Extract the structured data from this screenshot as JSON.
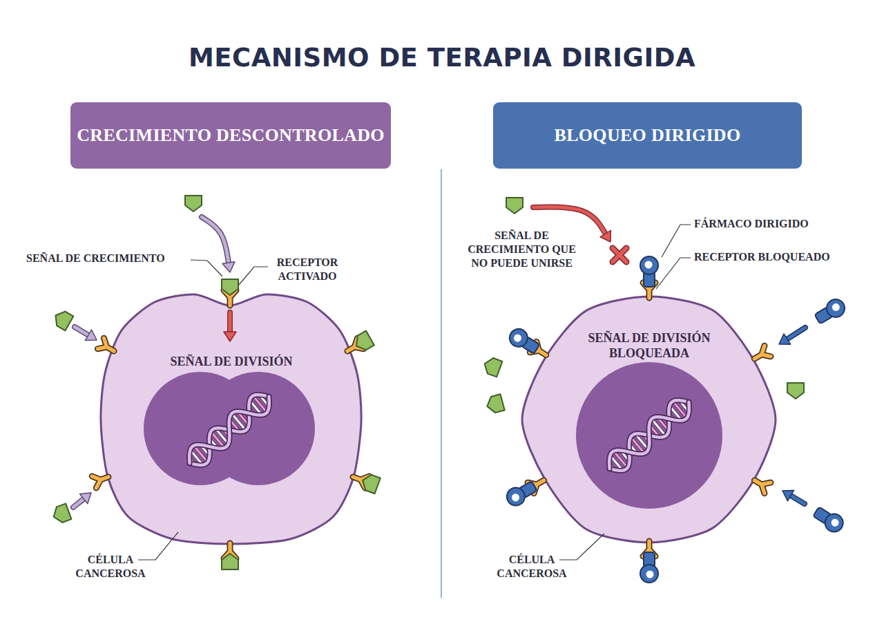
{
  "diagram": {
    "title": "MECANISMO DE TERAPIA DIRIGIDA",
    "nodes": [
      {
        "text": [
          "CRECIMIENTO DESCONTROLADO"
        ]
      },
      {
        "text": [
          "BLOQUEO DIRIGIDO"
        ]
      },
      {
        "text": [
          "SEÑAL DE DIVISIÓN"
        ]
      },
      {
        "text": [
          "SEÑAL DE DIVISIÓN BLOQUEADA"
        ]
      }
    ],
    "labels": [
      "SEÑAL DE CRECIMIENTO",
      "RECEPTOR ACTIVADO",
      "CÉLULA CANCEROSA",
      "SEÑAL DE CRECIMIENTO QUE NO PUEDE UNIRSE",
      "FÁRMACO DIRIGIDO",
      "RECEPTOR BLOQUEADO",
      "CÉLULA CANCEROSA"
    ]
  }
}
